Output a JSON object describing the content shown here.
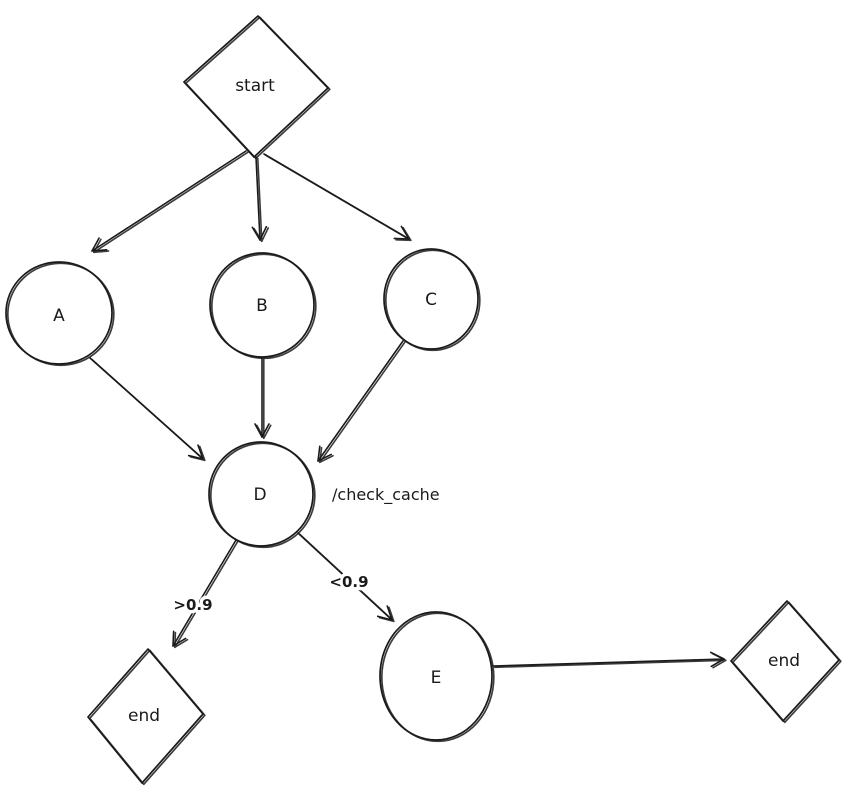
{
  "diagram": {
    "type": "flowchart",
    "style": "hand-drawn",
    "colors": {
      "stroke": "#1a1a1a",
      "background": "#ffffff"
    },
    "nodes": {
      "start": {
        "label": "start",
        "shape": "diamond"
      },
      "a": {
        "label": "A",
        "shape": "circle"
      },
      "b": {
        "label": "B",
        "shape": "circle"
      },
      "c": {
        "label": "C",
        "shape": "circle"
      },
      "d": {
        "label": "D",
        "shape": "circle",
        "annotation": "/check_cache"
      },
      "e": {
        "label": "E",
        "shape": "circle"
      },
      "end_left": {
        "label": "end",
        "shape": "diamond"
      },
      "end_right": {
        "label": "end",
        "shape": "diamond"
      }
    },
    "edges": [
      {
        "from": "start",
        "to": "A",
        "label": ""
      },
      {
        "from": "start",
        "to": "B",
        "label": ""
      },
      {
        "from": "start",
        "to": "C",
        "label": ""
      },
      {
        "from": "A",
        "to": "D",
        "label": ""
      },
      {
        "from": "B",
        "to": "D",
        "label": ""
      },
      {
        "from": "C",
        "to": "D",
        "label": ""
      },
      {
        "from": "D",
        "to": "end_left",
        "label": ">0.9"
      },
      {
        "from": "D",
        "to": "E",
        "label": "<0.9"
      },
      {
        "from": "E",
        "to": "end_right",
        "label": ""
      }
    ]
  }
}
